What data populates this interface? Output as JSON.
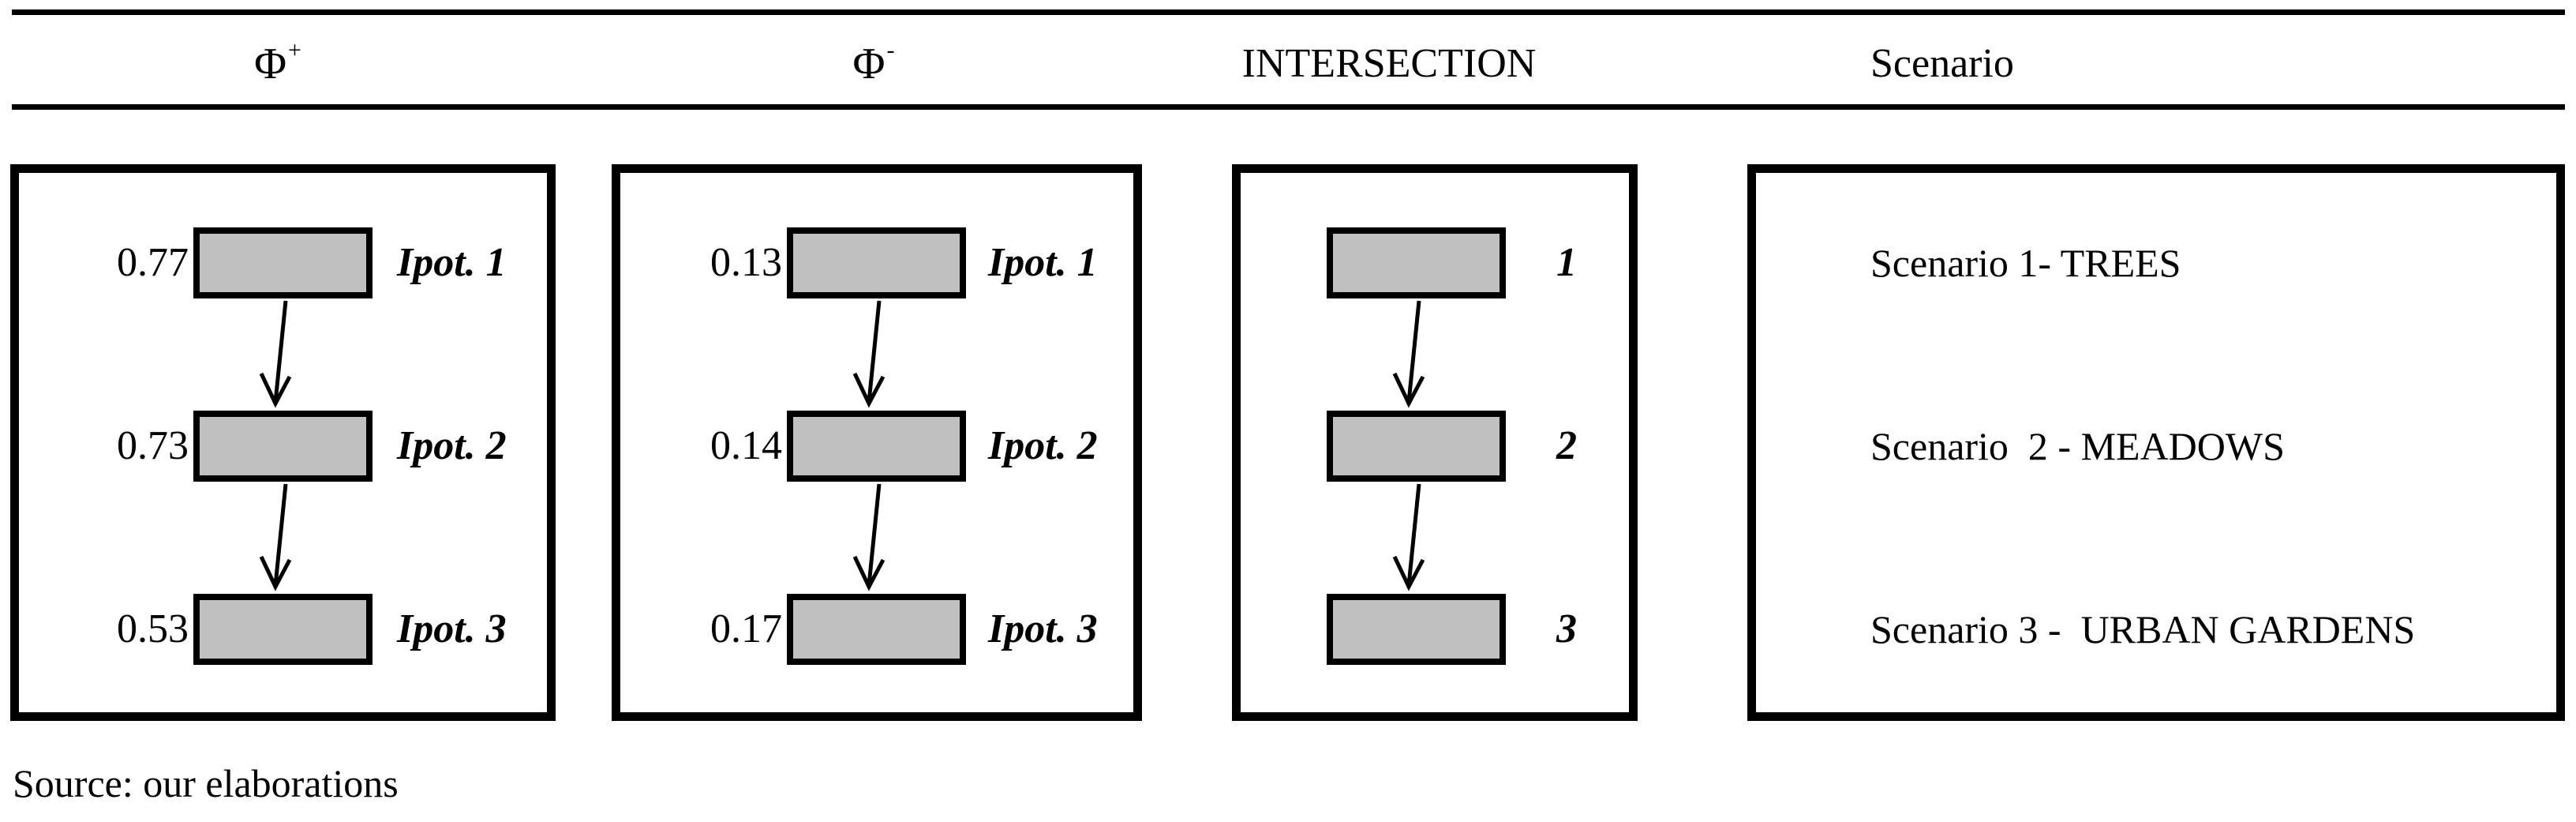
{
  "header": {
    "columns": [
      {
        "label": "Φ",
        "sup": "+"
      },
      {
        "label": "Φ",
        "sup": "-"
      },
      {
        "label": "INTERSECTION",
        "sup": ""
      },
      {
        "label": "Scenario",
        "sup": ""
      }
    ]
  },
  "panels": {
    "phi_plus": {
      "rows": [
        {
          "value": "0.77",
          "label": "Ipot. 1"
        },
        {
          "value": "0.73",
          "label": "Ipot. 2"
        },
        {
          "value": "0.53",
          "label": "Ipot. 3"
        }
      ]
    },
    "phi_minus": {
      "rows": [
        {
          "value": "0.13",
          "label": "Ipot. 1"
        },
        {
          "value": "0.14",
          "label": "Ipot. 2"
        },
        {
          "value": "0.17",
          "label": "Ipot. 3"
        }
      ]
    },
    "intersection": {
      "rows": [
        {
          "label": "1"
        },
        {
          "label": "2"
        },
        {
          "label": "3"
        }
      ]
    },
    "scenario": {
      "rows": [
        {
          "label": "Scenario 1- TREES"
        },
        {
          "label": "Scenario  2 - MEADOWS"
        },
        {
          "label": "Scenario 3 -  URBAN GARDENS"
        }
      ]
    }
  },
  "footer": {
    "source_label": "Source: our elaborations"
  },
  "colors": {
    "box_fill": "#c0c0c0",
    "line": "#000000",
    "background": "#ffffff"
  }
}
